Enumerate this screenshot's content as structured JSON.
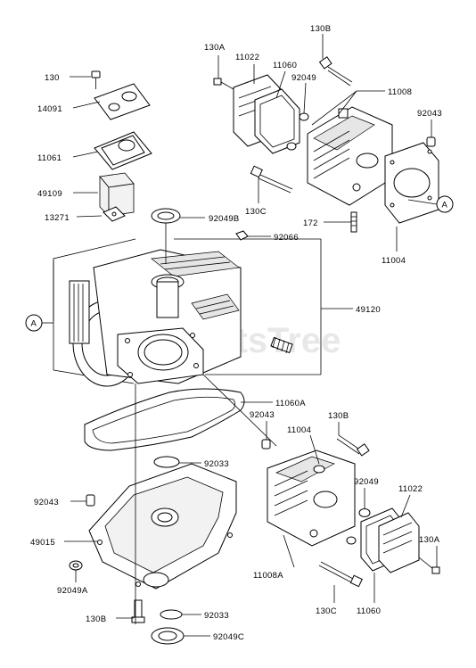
{
  "watermark": "PartsTree",
  "callouts": {
    "c130": "130",
    "c14091": "14091",
    "c11061": "11061",
    "c49109": "49109",
    "c13271": "13271",
    "c92049B": "92049B",
    "c92066": "92066",
    "c49120": "49120",
    "cA_left": "A",
    "cA_right": "A",
    "c130A_top": "130A",
    "c11022_top": "11022",
    "c11060_top": "11060",
    "c92049_top": "92049",
    "c130B_top": "130B",
    "c11008": "11008",
    "c92043_top": "92043",
    "c130C_top": "130C",
    "c172": "172",
    "c11004_top": "11004",
    "c11060A": "11060A",
    "c92043_mid": "92043",
    "c11004_bot": "11004",
    "c130B_mid": "130B",
    "c92033_top": "92033",
    "c92043_left": "92043",
    "c49015": "49015",
    "c92049A": "92049A",
    "c130B_bot": "130B",
    "c92033_bot": "92033",
    "c92049C": "92049C",
    "c92049_bot": "92049",
    "c11022_bot": "11022",
    "c130A_bot": "130A",
    "c11008A": "11008A",
    "c130C_bot": "130C",
    "c11060_bot": "11060"
  }
}
